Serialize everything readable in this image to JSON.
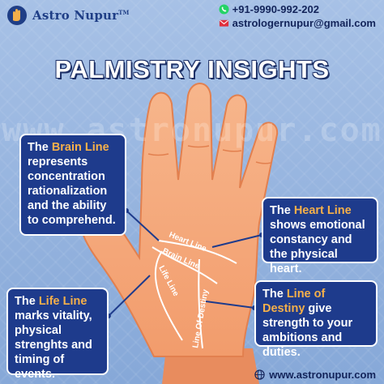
{
  "brand": {
    "name": "Astro Nupur",
    "tm": "TM"
  },
  "contact": {
    "phone": "+91-9990-992-202",
    "email": "astrologernupur@gmail.com"
  },
  "title": "PALMISTRY INSIGHTS",
  "watermark": "www.astronupur.com",
  "hand_labels": {
    "heart": "Heart Line",
    "brain": "Brain Line",
    "life": "Life Line",
    "destiny": "Line Of Destiny"
  },
  "brain_box": {
    "prefix": "The ",
    "highlight": "Brain Line",
    "text": "represents concentration rationalization and the ability to comprehend."
  },
  "heart_box": {
    "prefix": "The ",
    "highlight": "Heart Line",
    "text": "shows emotional constancy and the physical heart."
  },
  "life_box": {
    "prefix": "The ",
    "highlight": "Life Line",
    "text": "marks vitality, physical strenghts and timing of events."
  },
  "destiny_box": {
    "prefix": "The ",
    "highlight": "Line of Destiny",
    "text": "give strength to your ambitions and duties."
  },
  "footer": {
    "website": "www.astronupur.com"
  },
  "colors": {
    "background": "#8fb0dc",
    "box": "#1e3b8c",
    "highlight": "#f5b04a",
    "skin": "#f4a57a",
    "skin_shade": "#e88c5e",
    "title_outline": "#1c2f66"
  },
  "icons": [
    "logo-hand-icon",
    "whatsapp-icon",
    "email-icon",
    "globe-icon"
  ]
}
